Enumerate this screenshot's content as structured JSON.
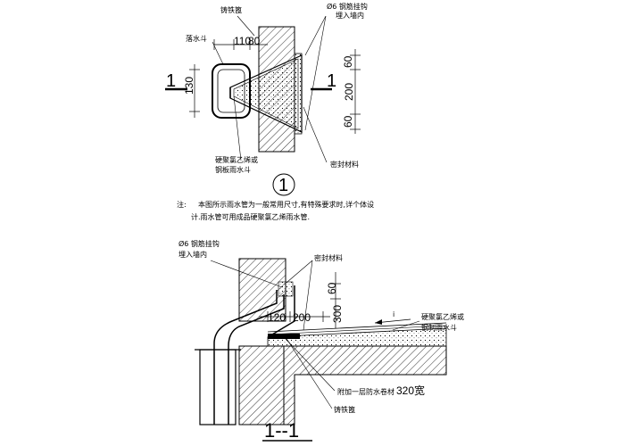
{
  "top": {
    "label_cast_iron_grate": "铸铁篦",
    "label_rebar_hook": "Ø6 钢筋挂钩",
    "label_rebar_hook_2": "埋入墙内",
    "label_funnel": "落水斗",
    "label_pvc_funnel": "硬聚氯乙烯或",
    "label_pvc_funnel_2": "钢板雨水斗",
    "label_sealant": "密封材料",
    "dim_top_a": "110",
    "dim_top_b": "80",
    "dim_left": "130",
    "dim_right_60_top": "60",
    "dim_right_200": "200",
    "dim_right_60_bot": "60",
    "section_mark_left": "1",
    "section_mark_right": "1",
    "detail_number": "1"
  },
  "notes": {
    "prefix": "注:",
    "line1": "本图所示雨水管为一般常用尺寸,有特殊要求时,详个体设",
    "line2": "计.雨水管可用成品硬聚氯乙烯雨水管."
  },
  "bottom": {
    "label_rebar_hook": "Ø6 钢筋挂钩",
    "label_rebar_hook_2": "埋入墙内",
    "label_sealant": "密封材料",
    "label_pvc_funnel": "硬聚氯乙烯或",
    "label_pvc_funnel_2": "钢制雨水斗",
    "label_slope": "i",
    "label_extra_membrane": "附加一层防水卷材",
    "label_extra_membrane_width": "320宽",
    "label_cast_iron_grate": "铸铁篦",
    "dim_120": "120",
    "dim_200": "200",
    "dim_300": "300",
    "dim_60": "60",
    "section_title": "1--1"
  }
}
